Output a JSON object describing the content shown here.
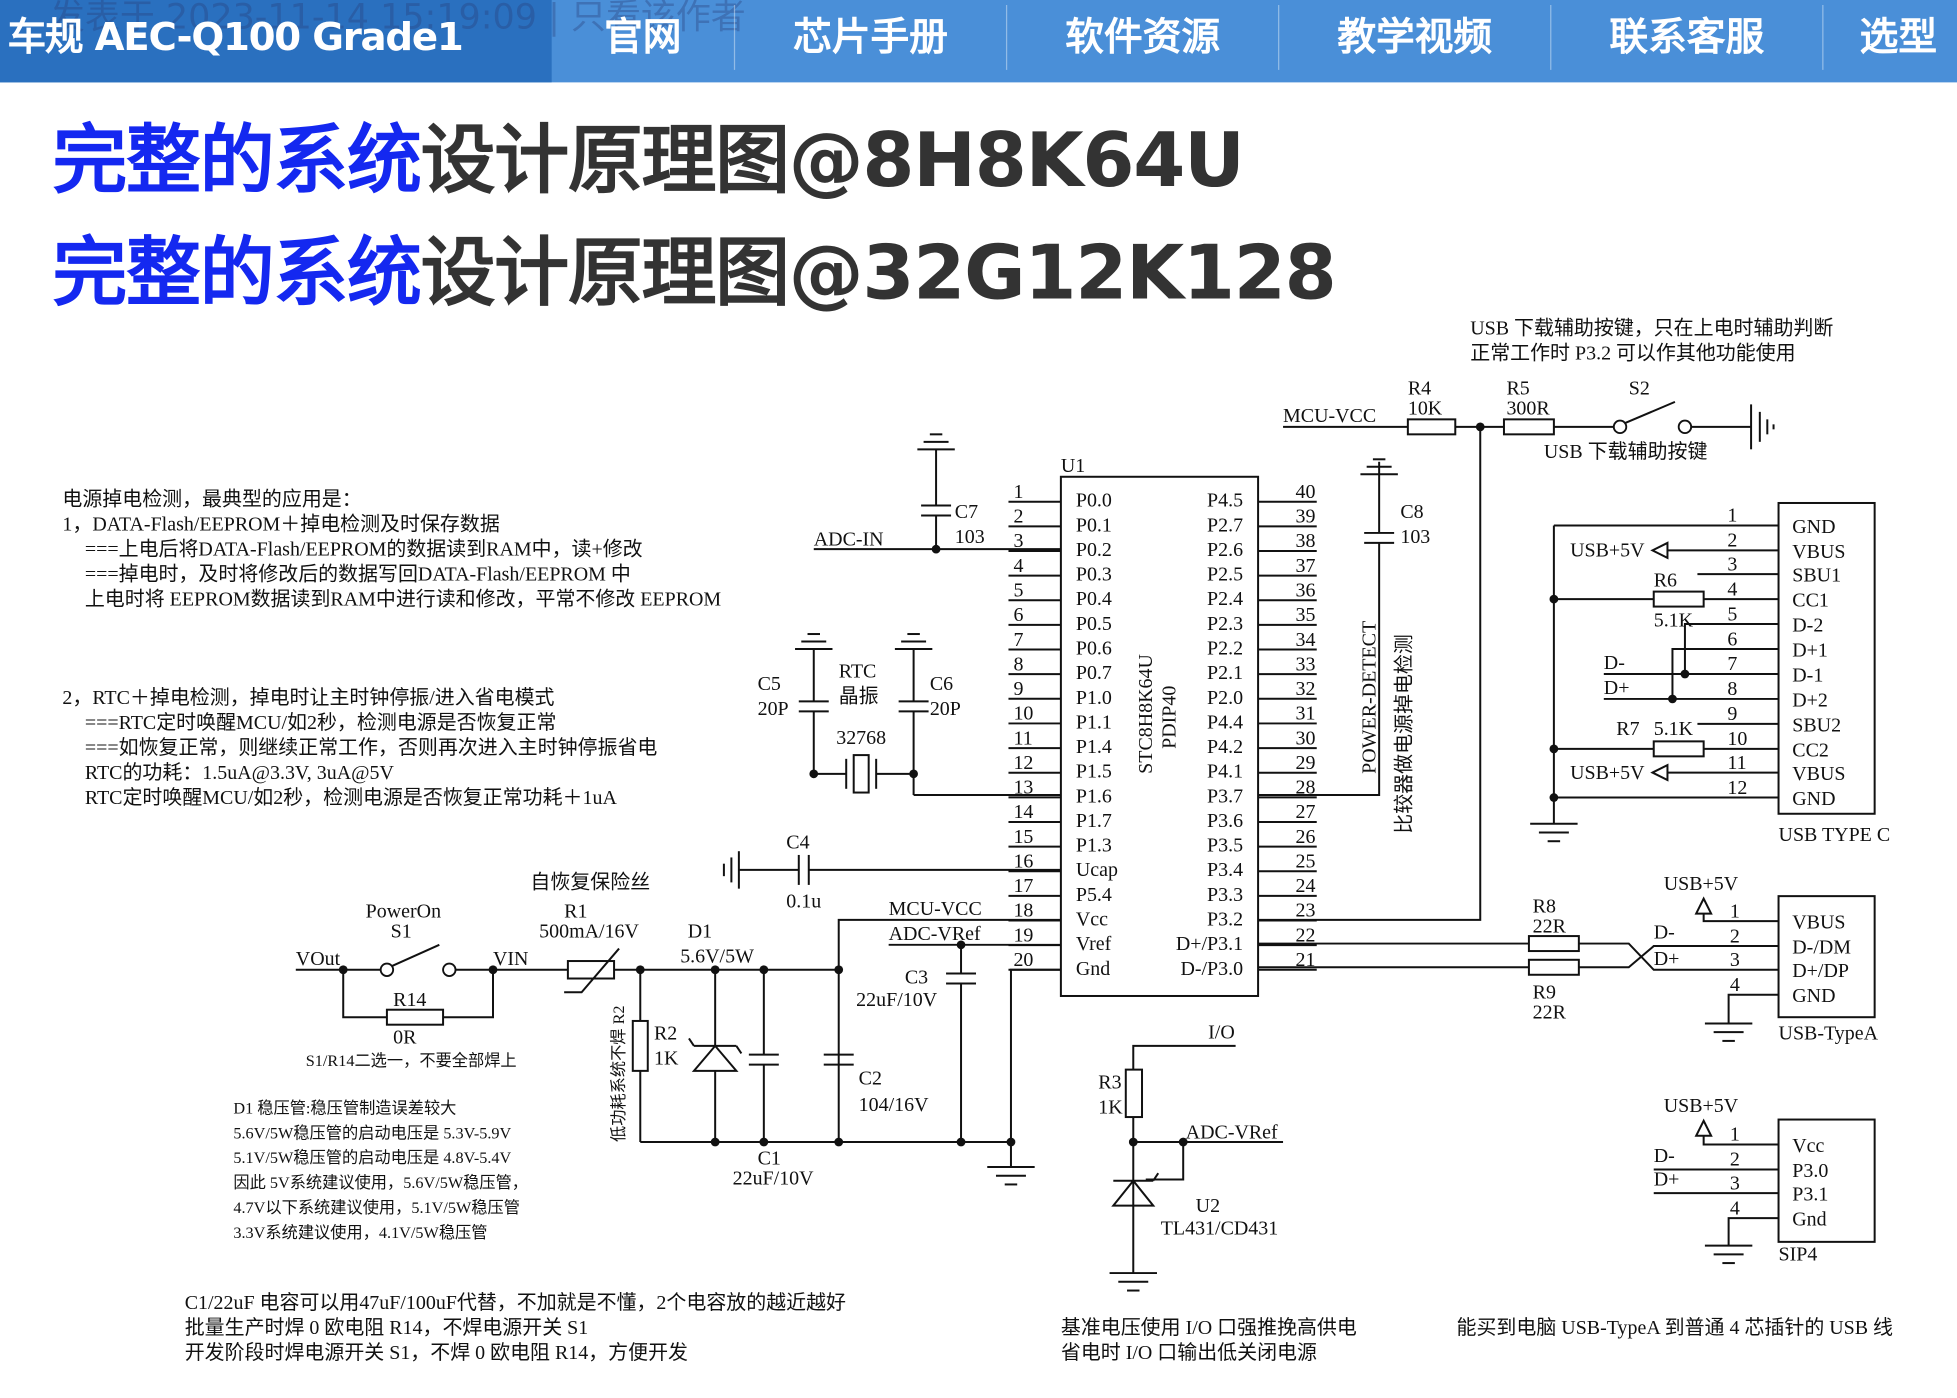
{
  "header": {
    "brand": "车规 AEC-Q100 Grade1",
    "ghost_text": "发表于 2023-11-14 15:19:09 | 只看该作者",
    "nav": [
      "官网",
      "芯片手册",
      "软件资源",
      "教学视频",
      "联系客服",
      "选型"
    ],
    "colors": {
      "brand_bg": "#2a70bf",
      "nav_bg": "#4a8fd8"
    }
  },
  "titles": [
    {
      "highlight": "完整的系统",
      "rest": "设计原理图@8H8K64U"
    },
    {
      "highlight": "完整的系统",
      "rest": "设计原理图@32G12K128"
    }
  ],
  "mcu": {
    "ref": "U1",
    "part": "STC8H8K64U",
    "package": "PDIP40",
    "left_pins": [
      "P0.0",
      "P0.1",
      "P0.2",
      "P0.3",
      "P0.4",
      "P0.5",
      "P0.6",
      "P0.7",
      "P1.0",
      "P1.1",
      "P1.4",
      "P1.5",
      "P1.6",
      "P1.7",
      "P1.3",
      "Ucap",
      "P5.4",
      "Vcc",
      "Vref",
      "Gnd"
    ],
    "right_pins": [
      "P4.5",
      "P2.7",
      "P2.6",
      "P2.5",
      "P2.4",
      "P2.3",
      "P2.2",
      "P2.1",
      "P2.0",
      "P4.4",
      "P4.2",
      "P4.1",
      "P3.7",
      "P3.6",
      "P3.5",
      "P3.4",
      "P3.3",
      "P3.2",
      "D+/P3.1",
      "D-/P3.0"
    ]
  },
  "usb_key": {
    "note1": "USB 下载辅助按键，只在上电时辅助判断",
    "note2": "正常工作时 P3.2 可以作其他功能使用",
    "mcu_vcc": "MCU-VCC",
    "r4": "R4",
    "r4_val": "10K",
    "r5": "R5",
    "r5_val": "300R",
    "s2": "S2",
    "caption": "USB 下载辅助按键"
  },
  "power_detect": {
    "c8": "C8",
    "c8_val": "103",
    "net": "POWER-DETECT",
    "note": "比较器做电源掉电检测"
  },
  "usb_c": {
    "pins": [
      "GND",
      "VBUS",
      "SBU1",
      "CC1",
      "D-2",
      "D+1",
      "D-1",
      "D+2",
      "SBU2",
      "CC2",
      "VBUS",
      "GND"
    ],
    "title": "USB TYPE C",
    "usb5v": "USB+5V",
    "r6": "R6",
    "r6_val": "5.1K",
    "r7": "R7",
    "r7_val": "5.1K",
    "dm": "D-",
    "dp": "D+"
  },
  "usb_a": {
    "pins": [
      "VBUS",
      "D-/DM",
      "D+/DP",
      "GND"
    ],
    "title": "USB-TypeA",
    "usb5v": "USB+5V",
    "r8": "R8",
    "r8_val": "22R",
    "r9": "R9",
    "r9_val": "22R",
    "dm": "D-",
    "dp": "D+"
  },
  "sip4": {
    "pins": [
      "Vcc",
      "P3.0",
      "P3.1",
      "Gnd"
    ],
    "title": "SIP4",
    "usb5v": "USB+5V",
    "dm": "D-",
    "dp": "D+"
  },
  "left_notes": {
    "intro": "电源掉电检测，最典型的应用是：",
    "n1": "1，DATA-Flash/EEPROM＋掉电检测及时保存数据",
    "n1a": "===上电后将DATA-Flash/EEPROM的数据读到RAM中，读+修改",
    "n1b": "===掉电时，及时将修改后的数据写回DATA-Flash/EEPROM 中",
    "n1c": "上电时将 EEPROM数据读到RAM中进行读和修改，平常不修改 EEPROM",
    "n2": "2，RTC＋掉电检测，掉电时让主时钟停振/进入省电模式",
    "n2a": "===RTC定时唤醒MCU/如2秒，检测电源是否恢复正常",
    "n2b": "===如恢复正常，则继续正常工作，否则再次进入主时钟停振省电",
    "n2c": "RTC的功耗：1.5uA@3.3V, 3uA@5V",
    "n2d": "RTC定时唤醒MCU/如2秒，检测电源是否恢复正常功耗＋1uA"
  },
  "analog": {
    "adc_in": "ADC-IN",
    "c7": "C7",
    "c7_val": "103",
    "c5": "C5",
    "c5_val": "20P",
    "c6": "C6",
    "c6_val": "20P",
    "rtc": "RTC",
    "rtc2": "晶振",
    "xtal": "32768",
    "c4": "C4",
    "c4_val": "0.1u",
    "mcu_vcc": "MCU-VCC",
    "adc_vref": "ADC-VRef"
  },
  "power": {
    "vout": "VOut",
    "poweron": "PowerOn",
    "s1": "S1",
    "r14": "R14",
    "r14_val": "0R",
    "s1_note": "S1/R14二选一，不要全部焊上",
    "vin": "VIN",
    "fuse_note": "自恢复保险丝",
    "r1": "R1",
    "r1_val": "500mA/16V",
    "d1": "D1",
    "d1_val": "5.6V/5W",
    "r2": "R2",
    "r2_val": "1K",
    "r2_note": "低功耗系统不焊 R2",
    "c1": "C1",
    "c1_val": "22uF/10V",
    "c2": "C2",
    "c2_val": "104/16V",
    "c3": "C3",
    "c3_val": "22uF/10V"
  },
  "vref": {
    "io": "I/O",
    "r3": "R3",
    "r3_val": "1K",
    "adc_vref": "ADC-VRef",
    "u2": "U2",
    "u2_val": "TL431/CD431"
  },
  "d1_notes": [
    "D1 稳压管:稳压管制造误差较大",
    "5.6V/5W稳压管的启动电压是 5.3V-5.9V",
    "5.1V/5W稳压管的启动电压是 4.8V-5.4V",
    "因此 5V系统建议使用，5.6V/5W稳压管，",
    "4.7V以下系统建议使用，5.1V/5W稳压管",
    "3.3V系统建议使用，4.1V/5W稳压管"
  ],
  "bottom_notes": {
    "left": [
      "C1/22uF 电容可以用47uF/100uF代替，不加就是不懂，2个电容放的越近越好",
      "批量生产时焊 0 欧电阻 R14，不焊电源开关 S1",
      "开发阶段时焊电源开关 S1，不焊 0 欧电阻 R14，方便开发"
    ],
    "middle": [
      "基准电压使用 I/O 口强推挽高供电",
      "省电时 I/O 口输出低关闭电源"
    ],
    "right": "能买到电脑 USB-TypeA 到普通 4 芯插针的 USB 线"
  }
}
